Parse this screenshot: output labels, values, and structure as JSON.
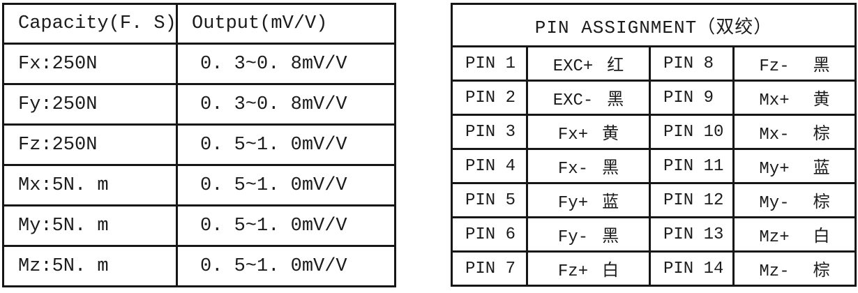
{
  "colors": {
    "border": "#161616",
    "text": "#1b1b1b",
    "background": "#ffffff"
  },
  "capacity_table": {
    "headers": [
      "Capacity(F. S)",
      "Output(mV/V)"
    ],
    "rows": [
      {
        "capacity": "Fx:250N",
        "output": "0. 3~0. 8mV/V"
      },
      {
        "capacity": "Fy:250N",
        "output": "0. 3~0. 8mV/V"
      },
      {
        "capacity": "Fz:250N",
        "output": "0. 5~1. 0mV/V"
      },
      {
        "capacity": "Mx:5N. m",
        "output": "0. 5~1. 0mV/V"
      },
      {
        "capacity": "My:5N. m",
        "output": "0. 5~1. 0mV/V"
      },
      {
        "capacity": "Mz:5N. m",
        "output": "0. 5~1. 0mV/V"
      }
    ]
  },
  "pin_table": {
    "title": "PIN ASSIGNMENT（双绞）",
    "rows": [
      {
        "pin_left": "PIN 1",
        "signal_left": "EXC+",
        "wire_left": "红",
        "pin_right": "PIN 8",
        "signal_right": "Fz-",
        "wire_right": "黑"
      },
      {
        "pin_left": "PIN 2",
        "signal_left": "EXC-",
        "wire_left": "黑",
        "pin_right": "PIN 9",
        "signal_right": "Mx+",
        "wire_right": "黄"
      },
      {
        "pin_left": "PIN 3",
        "signal_left": "Fx+",
        "wire_left": "黄",
        "pin_right": "PIN 10",
        "signal_right": "Mx-",
        "wire_right": "棕"
      },
      {
        "pin_left": "PIN 4",
        "signal_left": "Fx-",
        "wire_left": "黑",
        "pin_right": "PIN 11",
        "signal_right": "My+",
        "wire_right": "蓝"
      },
      {
        "pin_left": "PIN 5",
        "signal_left": "Fy+",
        "wire_left": "蓝",
        "pin_right": "PIN 12",
        "signal_right": "My-",
        "wire_right": "棕"
      },
      {
        "pin_left": "PIN 6",
        "signal_left": "Fy-",
        "wire_left": "黑",
        "pin_right": "PIN 13",
        "signal_right": "Mz+",
        "wire_right": "白"
      },
      {
        "pin_left": "PIN 7",
        "signal_left": "Fz+",
        "wire_left": "白",
        "pin_right": "PIN 14",
        "signal_right": "Mz-",
        "wire_right": "棕"
      }
    ]
  }
}
